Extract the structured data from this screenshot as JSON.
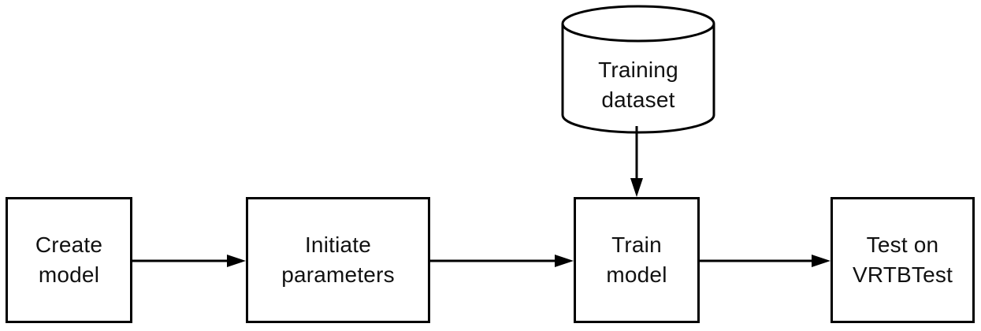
{
  "diagram": {
    "type": "flowchart",
    "colors": {
      "stroke": "#000000",
      "background": "#ffffff",
      "text": "#111111"
    },
    "nodes": {
      "training_dataset": {
        "shape": "datastore-cylinder",
        "lines": [
          "Training",
          "dataset"
        ],
        "label": "Training dataset"
      },
      "create_model": {
        "shape": "rectangle",
        "lines": [
          "Create",
          "model"
        ],
        "label": "Create model"
      },
      "initiate_parameters": {
        "shape": "rectangle",
        "lines": [
          "Initiate",
          "parameters"
        ],
        "label": "Initiate parameters"
      },
      "train_model": {
        "shape": "rectangle",
        "lines": [
          "Train",
          "model"
        ],
        "label": "Train model"
      },
      "test_on_vrtbtest": {
        "shape": "rectangle",
        "lines": [
          "Test on",
          "VRTBTest"
        ],
        "label": "Test on VRTBTest"
      }
    },
    "edges": [
      {
        "from": "create_model",
        "to": "initiate_parameters",
        "direction": "right"
      },
      {
        "from": "initiate_parameters",
        "to": "train_model",
        "direction": "right"
      },
      {
        "from": "training_dataset",
        "to": "train_model",
        "direction": "down"
      },
      {
        "from": "train_model",
        "to": "test_on_vrtbtest",
        "direction": "right"
      }
    ]
  }
}
